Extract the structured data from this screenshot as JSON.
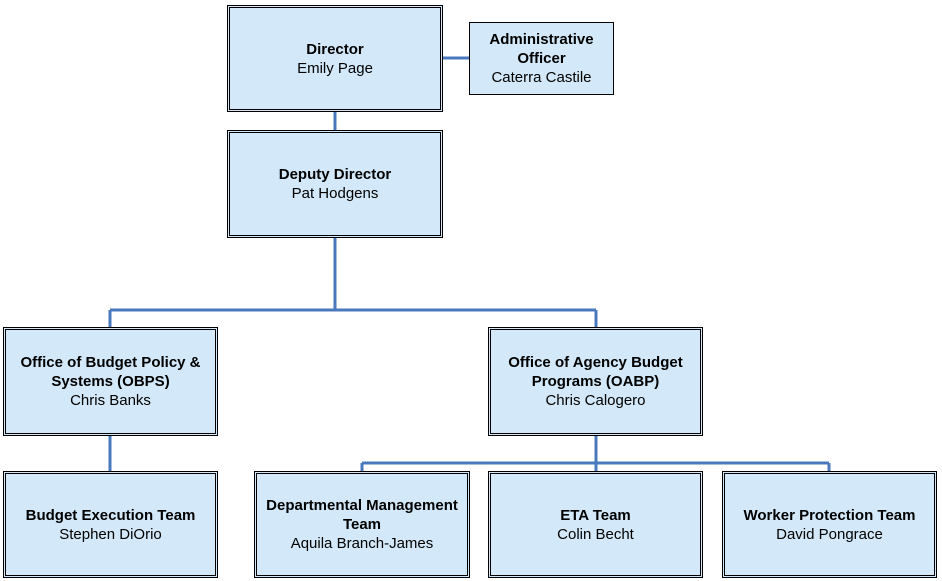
{
  "line_color": "#4a78bd",
  "box_fill": "#d3e9f9",
  "nodes": {
    "director": {
      "title": "Director",
      "name": "Emily Page"
    },
    "admin": {
      "title": "Administrative Officer",
      "name": "Caterra Castile"
    },
    "deputy": {
      "title": "Deputy Director",
      "name": "Pat Hodgens"
    },
    "obps": {
      "title": "Office of Budget Policy & Systems (OBPS)",
      "name": "Chris Banks"
    },
    "oabp": {
      "title": "Office of Agency Budget Programs (OABP)",
      "name": "Chris Calogero"
    },
    "bet": {
      "title": "Budget Execution Team",
      "name": "Stephen DiOrio"
    },
    "dmt": {
      "title": "Departmental Management Team",
      "name": "Aquila Branch-James"
    },
    "eta": {
      "title": "ETA Team",
      "name": "Colin Becht"
    },
    "wpt": {
      "title": "Worker Protection Team",
      "name": "David Pongrace"
    }
  }
}
